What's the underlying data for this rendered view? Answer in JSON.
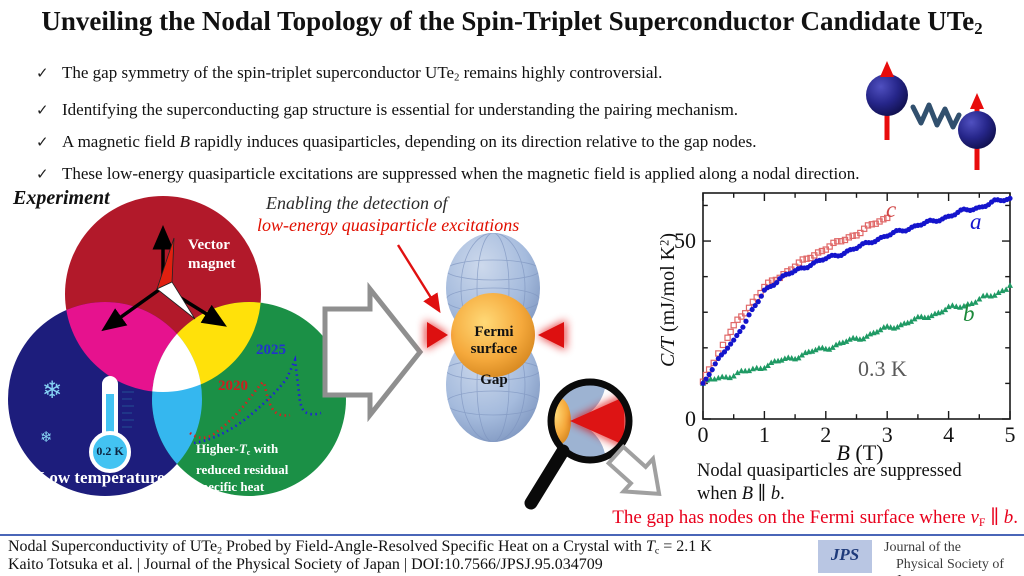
{
  "header": {
    "title_segments": [
      {
        "t": "Unveiling the Nodal Topology of the Spin-Triplet Superconductor Candidate UTe"
      },
      {
        "t": "2",
        "sub": true
      }
    ]
  },
  "bullets": {
    "check": "✓",
    "items": [
      {
        "segments": [
          {
            "t": "The gap symmetry of the spin-triplet superconductor UTe"
          },
          {
            "t": "2",
            "sub": true
          },
          {
            "t": " remains highly controversial."
          }
        ]
      },
      {
        "segments": [
          {
            "t": "Identifying the superconducting gap structure is essential for understanding the pairing mechanism."
          }
        ]
      },
      {
        "segments": [
          {
            "t": "A magnetic field "
          },
          {
            "t": "B",
            "i": true
          },
          {
            "t": " rapidly induces quasiparticles, depending on its direction relative to the gap nodes."
          }
        ]
      },
      {
        "segments": [
          {
            "t": "These low-energy quasiparticle excitations are suppressed when the magnetic field is applied along a nodal direction."
          }
        ]
      }
    ]
  },
  "experiment_label": "Experiment",
  "venn": {
    "vector_magnet": {
      "line1": "Vector",
      "line2": "magnet"
    },
    "low_temperature": "Low temperature",
    "temperature": "0.2 K",
    "snowflake": "❄",
    "year_2020": "2020",
    "year_2025": "2025",
    "higher_tc_lines": [
      [
        {
          "t": "Higher-"
        },
        {
          "t": "T",
          "i": true
        },
        {
          "t": "c",
          "sub": true
        },
        {
          "t": " with"
        }
      ],
      [
        {
          "t": "reduced residual"
        }
      ],
      [
        {
          "t": "specific heat"
        }
      ]
    ],
    "colors": {
      "magnet_circle": "#b2192a",
      "cold_circle": "#1d1d7c",
      "sample_circle": "#1b9046",
      "overlap_magenta": "#e6128e",
      "overlap_yellow": "#ffe10a",
      "overlap_cyan": "#35b7ef",
      "overlap_center": "#ffffff"
    }
  },
  "enabling": {
    "line1": "Enabling the detection of",
    "line2": "low-energy quasiparticle excitations",
    "accent": "#e00f00"
  },
  "fermi": {
    "label_line1": "Fermi",
    "label_line2": "surface",
    "gap_label": "Gap"
  },
  "conclusion": {
    "line1_segments": [
      {
        "t": "Nodal quasiparticles are suppressed"
      }
    ],
    "line2_segments": [
      {
        "t": "when "
      },
      {
        "t": "B",
        "i": true
      },
      {
        "t": " ∥ "
      },
      {
        "t": "b",
        "i": true
      },
      {
        "t": "."
      }
    ]
  },
  "highlight_segments": [
    {
      "t": "The gap has nodes on the Fermi surface where "
    },
    {
      "t": "v",
      "i": true
    },
    {
      "t": "F",
      "sub": true
    },
    {
      "t": " ∥ "
    },
    {
      "t": "b",
      "i": true
    },
    {
      "t": "."
    }
  ],
  "footer": {
    "separator_color": "#4a66b8",
    "line1_segments": [
      {
        "t": "Nodal Superconductivity of UTe"
      },
      {
        "t": "2",
        "sub": true
      },
      {
        "t": " Probed by Field-Angle-Resolved Specific Heat on a Crystal with "
      },
      {
        "t": "T",
        "i": true
      },
      {
        "t": "c",
        "sub": true
      },
      {
        "t": " = 2.1 K"
      }
    ],
    "line2_segments": [
      {
        "t": "Kaito Totsuka et al. | Journal of the Physical Society of Japan | DOI:10.7566/JPSJ.95.034709"
      }
    ],
    "jps_logo_text": "JPS",
    "org_line1": "Journal of the",
    "org_line2": "Physical Society of Japan"
  },
  "chart_data": {
    "type": "scatter",
    "xlabel_segments": [
      {
        "t": "B",
        "i": true
      },
      {
        "t": " (T)"
      }
    ],
    "ylabel_segments": [
      {
        "t": "C/T",
        "i": true
      },
      {
        "t": " (mJ/mol K"
      },
      {
        "t": "2",
        "sup": true
      },
      {
        "t": ")"
      }
    ],
    "annotation": "0.3 K",
    "xlim": [
      0,
      5
    ],
    "ylim": [
      0,
      63.5
    ],
    "x_major_ticks": [
      0,
      1,
      2,
      3,
      4,
      5
    ],
    "x_minor_step": 0.5,
    "y_major_ticks": [
      0,
      50
    ],
    "y_minor_ticks": [
      10,
      20,
      30,
      40,
      60
    ],
    "frame": true,
    "legend_position": "inline-labels",
    "draw_order": [
      1,
      2,
      0
    ],
    "series": [
      {
        "name": "a",
        "marker": "circle",
        "color": "#1414cc",
        "x": [
          0,
          0.1,
          0.25,
          0.4,
          0.5,
          0.6,
          0.75,
          0.9,
          1.0,
          1.25,
          1.5,
          1.75,
          2.0,
          2.25,
          2.5,
          2.75,
          3.0,
          3.25,
          3.5,
          3.75,
          4.0,
          4.25,
          4.5,
          4.75,
          5.0
        ],
        "y": [
          10,
          13,
          16.5,
          20,
          22,
          25,
          29,
          33,
          36,
          39.5,
          41.5,
          43.5,
          45,
          46.5,
          48,
          50,
          51.5,
          53,
          54.5,
          55.5,
          57,
          58.5,
          59.5,
          61,
          62
        ]
      },
      {
        "name": "b",
        "marker": "triangle",
        "color": "#1f9a64",
        "x": [
          0,
          0.25,
          0.5,
          0.75,
          1.0,
          1.5,
          2.0,
          2.5,
          3.0,
          3.5,
          4.0,
          4.25,
          4.5,
          4.75,
          5.0
        ],
        "y": [
          10,
          11.5,
          12.5,
          13.5,
          15,
          17.5,
          20,
          22.5,
          25.5,
          28,
          31,
          32,
          33.5,
          35,
          37.5
        ]
      },
      {
        "name": "c",
        "marker": "square",
        "color": "#e06868",
        "x": [
          0,
          0.1,
          0.25,
          0.4,
          0.5,
          0.75,
          1.0,
          1.25,
          1.5,
          1.75,
          2.0,
          2.25,
          2.5,
          2.75,
          3.0
        ],
        "y": [
          10,
          14,
          18.5,
          23,
          26,
          31.5,
          37,
          40,
          43,
          45.5,
          48,
          50,
          52,
          54.5,
          56.5
        ]
      }
    ]
  }
}
